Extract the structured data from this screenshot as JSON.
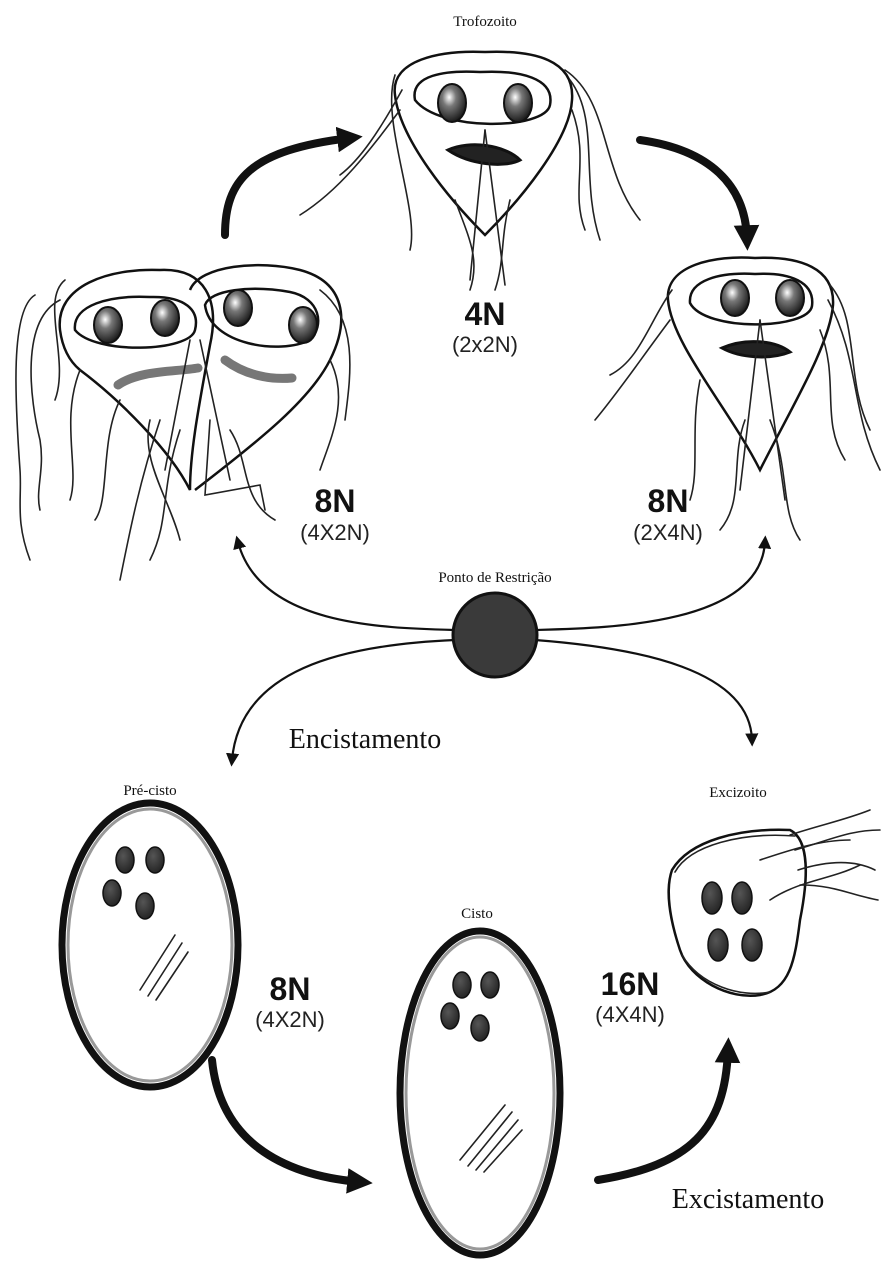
{
  "labels": {
    "trofozoito": "Trofozoito",
    "ponto_restricao": "Ponto de Restrição",
    "encistamento": "Encistamento",
    "pre_cisto": "Pré-cisto",
    "excizoito": "Excizoito",
    "cisto": "Cisto",
    "excistamento": "Excistamento"
  },
  "ploidy": {
    "trofozoito": {
      "main": "4N",
      "sub": "(2x2N)"
    },
    "dividing": {
      "main": "8N",
      "sub": "(4X2N)"
    },
    "replicated": {
      "main": "8N",
      "sub": "(2X4N)"
    },
    "precyst": {
      "main": "8N",
      "sub": "(4X2N)"
    },
    "cyst": {
      "main": "16N",
      "sub": "(4X4N)"
    }
  }
}
